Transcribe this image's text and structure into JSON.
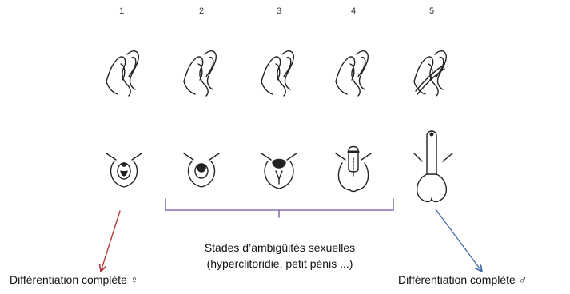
{
  "stages": [
    {
      "number": "1"
    },
    {
      "number": "2"
    },
    {
      "number": "3"
    },
    {
      "number": "4"
    },
    {
      "number": "5"
    }
  ],
  "caption": {
    "line1": "Stades d’ambigüités sexuelles",
    "line2": "(hyperclitoridie, petit pénis ...)"
  },
  "labels": {
    "female": "Différentiation complète ♀",
    "male": "Différentiation complète ♂"
  },
  "colors": {
    "line": "#222222",
    "bracket": "#8a6fb3",
    "female_arrow": "#b33a3a",
    "male_arrow": "#4a6fb0"
  }
}
